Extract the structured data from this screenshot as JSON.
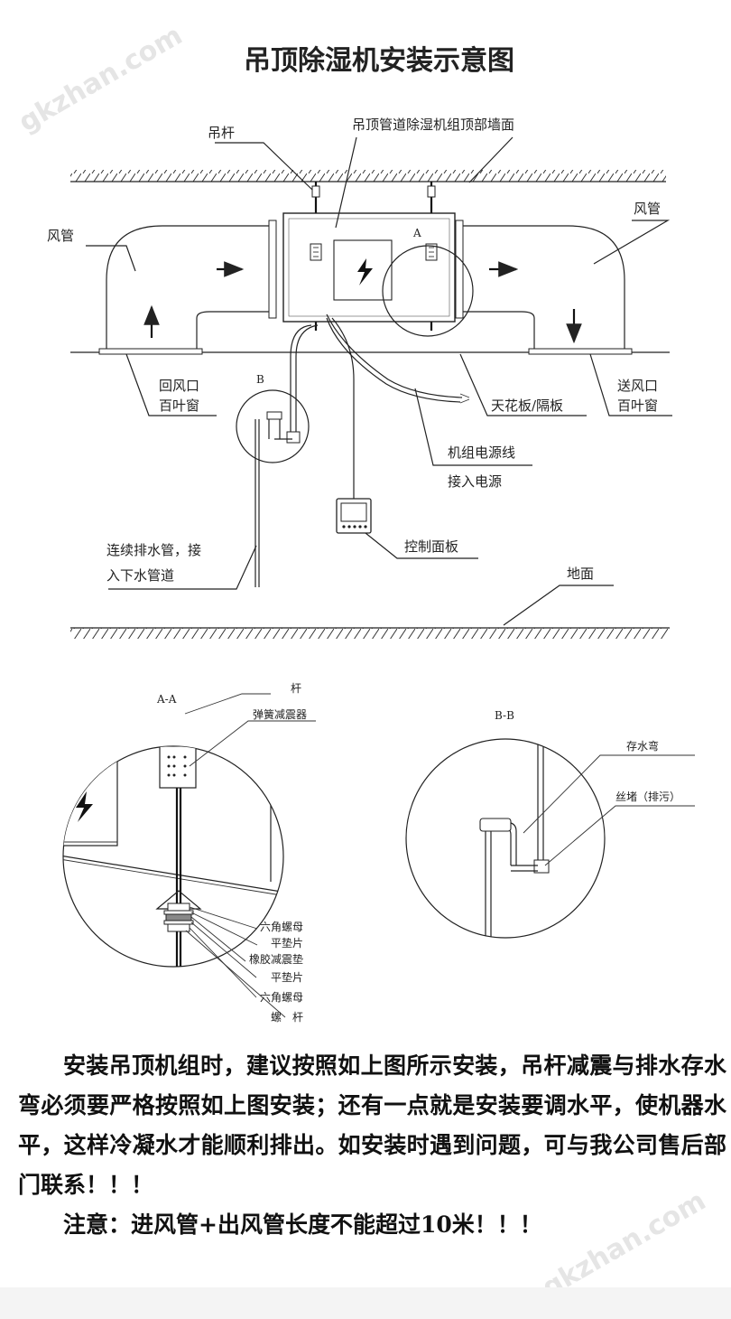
{
  "watermark": "gkzhan.com",
  "title": "吊顶除湿机安装示意图",
  "labels": {
    "hanger_rod": "吊杆",
    "ceiling_wall": "吊顶管道除湿机组顶部墙面",
    "duct_left": "风管",
    "duct_right": "风管",
    "mark_a": "A",
    "mark_b": "B",
    "return_vent_1": "回风口",
    "return_vent_2": "百叶窗",
    "supply_vent_1": "送风口",
    "supply_vent_2": "百叶窗",
    "ceiling_board": "天花板/隔板",
    "power_1": "机组电源线",
    "power_2": "接入电源",
    "drain_1": "连续排水管，接",
    "drain_2": "入下水管道",
    "control_panel": "控制面板",
    "floor": "地面"
  },
  "detail_a": {
    "title": "A-A",
    "rod": "杆",
    "spring_damper": "弹簧减震器",
    "parts": [
      "六角螺母",
      "平垫片",
      "橡胶减震垫",
      "平垫片",
      "六角螺母",
      "螺　杆"
    ]
  },
  "detail_b": {
    "title": "B-B",
    "trap": "存水弯",
    "plug": "丝堵（排污）"
  },
  "notes": {
    "paragraph": "安装吊顶机组时，建议按照如上图所示安装，吊杆减震与排水存水弯必须要严格按照如上图安装；还有一点就是安装要调水平，使机器水平，这样冷凝水才能顺利排出。如安装时遇到问题，可与我公司售后部门联系！！！",
    "warning": "注意：进风管+出风管长度不能超过10米！！！"
  }
}
